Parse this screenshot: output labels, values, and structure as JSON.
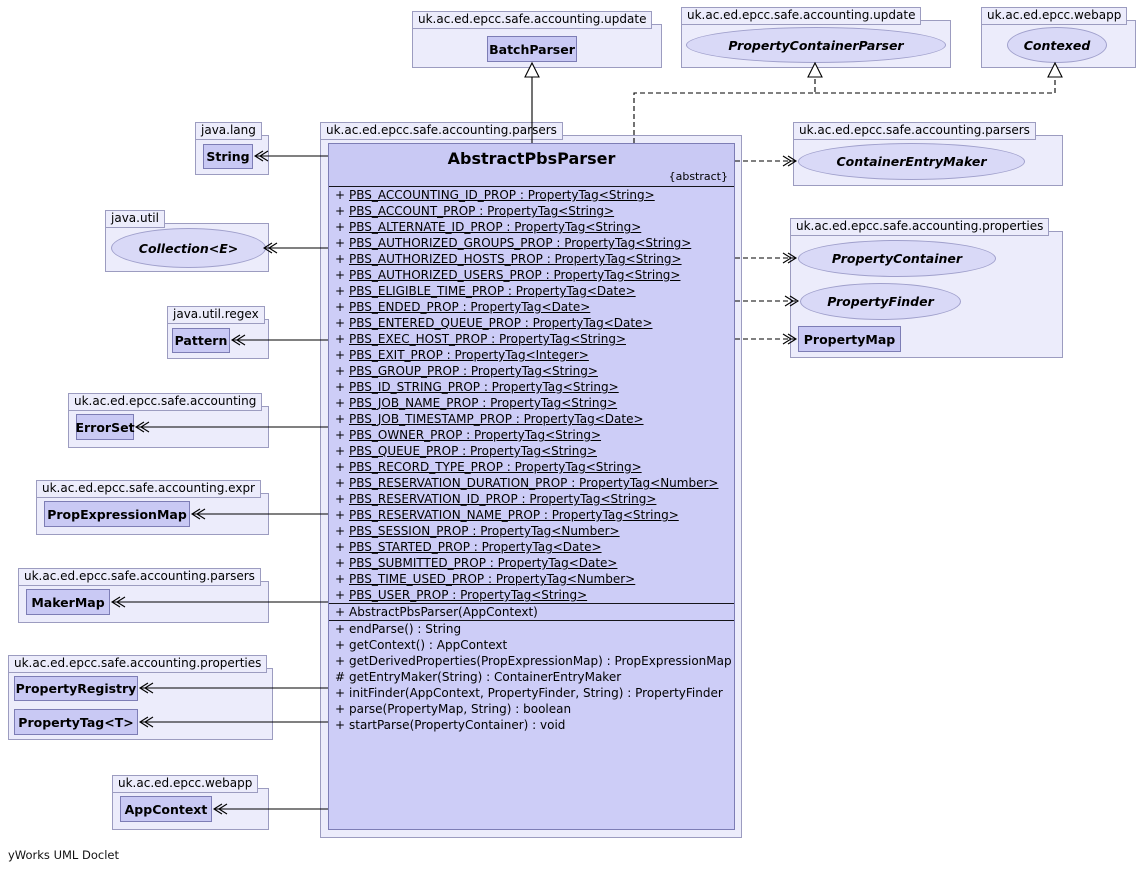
{
  "footer": {
    "credit": "yWorks UML Doclet"
  },
  "colors": {
    "package_fill": "#ececfb",
    "package_border": "#9c9cc0",
    "class_fill": "#c9c9f4",
    "class_border": "#7d7db5",
    "interface_fill": "#d9d9f7",
    "main_class_fill": "#cdcdf7",
    "edge": "#000000",
    "background": "#ffffff"
  },
  "packages": {
    "update_batch": {
      "label": "uk.ac.ed.epcc.safe.accounting.update",
      "class1": "BatchParser"
    },
    "update_pcp": {
      "label": "uk.ac.ed.epcc.safe.accounting.update",
      "iface1": "PropertyContainerParser"
    },
    "webapp_top": {
      "label": "uk.ac.ed.epcc.webapp",
      "iface1": "Contexed"
    },
    "java_lang": {
      "label": "java.lang",
      "class1": "String"
    },
    "java_util": {
      "label": "java.util",
      "iface1": "Collection<E>"
    },
    "java_util_regex": {
      "label": "java.util.regex",
      "class1": "Pattern"
    },
    "safe_accounting": {
      "label": "uk.ac.ed.epcc.safe.accounting",
      "class1": "ErrorSet"
    },
    "expr": {
      "label": "uk.ac.ed.epcc.safe.accounting.expr",
      "class1": "PropExpressionMap"
    },
    "parsers_left": {
      "label": "uk.ac.ed.epcc.safe.accounting.parsers",
      "class1": "MakerMap"
    },
    "properties_left": {
      "label": "uk.ac.ed.epcc.safe.accounting.properties",
      "class1": "PropertyRegistry",
      "class2": "PropertyTag<T>"
    },
    "webapp_left": {
      "label": "uk.ac.ed.epcc.webapp",
      "class1": "AppContext"
    },
    "parsers_main": {
      "label": "uk.ac.ed.epcc.safe.accounting.parsers"
    },
    "parsers_right": {
      "label": "uk.ac.ed.epcc.safe.accounting.parsers",
      "iface1": "ContainerEntryMaker"
    },
    "properties_right": {
      "label": "uk.ac.ed.epcc.safe.accounting.properties",
      "iface1": "PropertyContainer",
      "iface2": "PropertyFinder",
      "class1": "PropertyMap"
    }
  },
  "main_class": {
    "name": "AbstractPbsParser",
    "stereotype": "{abstract}",
    "attributes": [
      {
        "vis": "+",
        "text": "PBS_ACCOUNTING_ID_PROP : PropertyTag<String>"
      },
      {
        "vis": "+",
        "text": "PBS_ACCOUNT_PROP : PropertyTag<String>"
      },
      {
        "vis": "+",
        "text": "PBS_ALTERNATE_ID_PROP : PropertyTag<String>"
      },
      {
        "vis": "+",
        "text": "PBS_AUTHORIZED_GROUPS_PROP : PropertyTag<String>"
      },
      {
        "vis": "+",
        "text": "PBS_AUTHORIZED_HOSTS_PROP : PropertyTag<String>"
      },
      {
        "vis": "+",
        "text": "PBS_AUTHORIZED_USERS_PROP : PropertyTag<String>"
      },
      {
        "vis": "+",
        "text": "PBS_ELIGIBLE_TIME_PROP : PropertyTag<Date>"
      },
      {
        "vis": "+",
        "text": "PBS_ENDED_PROP : PropertyTag<Date>"
      },
      {
        "vis": "+",
        "text": "PBS_ENTERED_QUEUE_PROP : PropertyTag<Date>"
      },
      {
        "vis": "+",
        "text": "PBS_EXEC_HOST_PROP : PropertyTag<String>"
      },
      {
        "vis": "+",
        "text": "PBS_EXIT_PROP : PropertyTag<Integer>"
      },
      {
        "vis": "+",
        "text": "PBS_GROUP_PROP : PropertyTag<String>"
      },
      {
        "vis": "+",
        "text": "PBS_ID_STRING_PROP : PropertyTag<String>"
      },
      {
        "vis": "+",
        "text": "PBS_JOB_NAME_PROP : PropertyTag<String>"
      },
      {
        "vis": "+",
        "text": "PBS_JOB_TIMESTAMP_PROP : PropertyTag<Date>"
      },
      {
        "vis": "+",
        "text": "PBS_OWNER_PROP : PropertyTag<String>"
      },
      {
        "vis": "+",
        "text": "PBS_QUEUE_PROP : PropertyTag<String>"
      },
      {
        "vis": "+",
        "text": "PBS_RECORD_TYPE_PROP : PropertyTag<String>"
      },
      {
        "vis": "+",
        "text": "PBS_RESERVATION_DURATION_PROP : PropertyTag<Number>"
      },
      {
        "vis": "+",
        "text": "PBS_RESERVATION_ID_PROP : PropertyTag<String>"
      },
      {
        "vis": "+",
        "text": "PBS_RESERVATION_NAME_PROP : PropertyTag<String>"
      },
      {
        "vis": "+",
        "text": "PBS_SESSION_PROP : PropertyTag<Number>"
      },
      {
        "vis": "+",
        "text": "PBS_STARTED_PROP : PropertyTag<Date>"
      },
      {
        "vis": "+",
        "text": "PBS_SUBMITTED_PROP : PropertyTag<Date>"
      },
      {
        "vis": "+",
        "text": "PBS_TIME_USED_PROP : PropertyTag<Number>"
      },
      {
        "vis": "+",
        "text": "PBS_USER_PROP : PropertyTag<String>"
      }
    ],
    "constructors": [
      {
        "vis": "+",
        "text": "AbstractPbsParser(AppContext)"
      }
    ],
    "methods": [
      {
        "vis": "+",
        "text": "endParse() : String"
      },
      {
        "vis": "+",
        "text": "getContext() : AppContext"
      },
      {
        "vis": "+",
        "text": "getDerivedProperties(PropExpressionMap) : PropExpressionMap"
      },
      {
        "vis": "#",
        "text": "getEntryMaker(String) : ContainerEntryMaker"
      },
      {
        "vis": "+",
        "text": "initFinder(AppContext, PropertyFinder, String) : PropertyFinder"
      },
      {
        "vis": "+",
        "text": "parse(PropertyMap, String) : boolean"
      },
      {
        "vis": "+",
        "text": "startParse(PropertyContainer) : void"
      }
    ]
  },
  "edges": [
    {
      "from": "AbstractPbsParser",
      "to": "BatchParser",
      "type": "generalization",
      "style": "solid-hollow-triangle"
    },
    {
      "from": "AbstractPbsParser",
      "to": "PropertyContainerParser",
      "type": "realization",
      "style": "dashed-hollow-triangle"
    },
    {
      "from": "AbstractPbsParser",
      "to": "Contexed",
      "type": "realization",
      "style": "dashed-hollow-triangle"
    },
    {
      "from": "AbstractPbsParser",
      "to": "ContainerEntryMaker",
      "type": "dependency",
      "style": "dashed-open-arrow"
    },
    {
      "from": "AbstractPbsParser",
      "to": "PropertyContainer",
      "type": "dependency",
      "style": "dashed-open-arrow"
    },
    {
      "from": "AbstractPbsParser",
      "to": "PropertyFinder",
      "type": "dependency",
      "style": "dashed-open-arrow"
    },
    {
      "from": "AbstractPbsParser",
      "to": "PropertyMap",
      "type": "dependency",
      "style": "dashed-open-arrow"
    },
    {
      "from": "AbstractPbsParser",
      "to": "String",
      "type": "usage",
      "style": "solid-open-arrow"
    },
    {
      "from": "AbstractPbsParser",
      "to": "Collection<E>",
      "type": "usage",
      "style": "solid-open-arrow"
    },
    {
      "from": "AbstractPbsParser",
      "to": "Pattern",
      "type": "usage",
      "style": "solid-open-arrow"
    },
    {
      "from": "AbstractPbsParser",
      "to": "ErrorSet",
      "type": "usage",
      "style": "solid-open-arrow"
    },
    {
      "from": "AbstractPbsParser",
      "to": "PropExpressionMap",
      "type": "usage",
      "style": "solid-open-arrow"
    },
    {
      "from": "AbstractPbsParser",
      "to": "MakerMap",
      "type": "usage",
      "style": "solid-open-arrow"
    },
    {
      "from": "AbstractPbsParser",
      "to": "PropertyRegistry",
      "type": "usage",
      "style": "solid-open-arrow"
    },
    {
      "from": "AbstractPbsParser",
      "to": "PropertyTag<T>",
      "type": "usage",
      "style": "solid-open-arrow"
    },
    {
      "from": "AbstractPbsParser",
      "to": "AppContext",
      "type": "usage",
      "style": "solid-open-arrow"
    }
  ]
}
